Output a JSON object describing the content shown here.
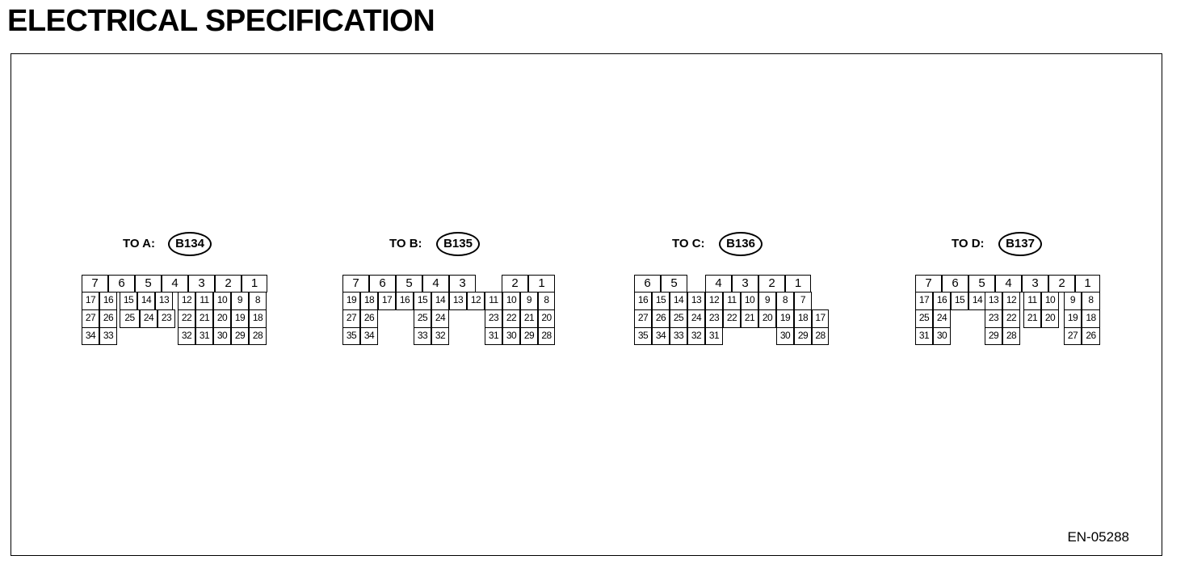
{
  "title": "ELECTRICAL SPECIFICATION",
  "figure_code": "EN-05288",
  "connectors": [
    {
      "label": "TO A:",
      "id": "B134",
      "rows": [
        [
          "7",
          "6",
          "5",
          "4",
          "3",
          "2",
          "1"
        ],
        [
          "17",
          "16",
          "15",
          "14",
          "13",
          "12",
          "11",
          "10",
          "9",
          "8"
        ],
        [
          "27",
          "26",
          "25",
          "24",
          "23",
          "22",
          "21",
          "20",
          "19",
          "18"
        ],
        [
          "34",
          "33",
          "32",
          "31",
          "30",
          "29",
          "28"
        ]
      ]
    },
    {
      "label": "TO B:",
      "id": "B135",
      "rows": [
        [
          "7",
          "6",
          "5",
          "4",
          "3",
          "2",
          "1"
        ],
        [
          "19",
          "18",
          "17",
          "16",
          "15",
          "14",
          "13",
          "12",
          "11",
          "10",
          "9",
          "8"
        ],
        [
          "27",
          "26",
          "25",
          "24",
          "23",
          "22",
          "21",
          "20"
        ],
        [
          "35",
          "34",
          "33",
          "32",
          "31",
          "30",
          "29",
          "28"
        ]
      ]
    },
    {
      "label": "TO C:",
      "id": "B136",
      "rows": [
        [
          "6",
          "5",
          "4",
          "3",
          "2",
          "1"
        ],
        [
          "16",
          "15",
          "14",
          "13",
          "12",
          "11",
          "10",
          "9",
          "8",
          "7"
        ],
        [
          "27",
          "26",
          "25",
          "24",
          "23",
          "22",
          "21",
          "20",
          "19",
          "18",
          "17"
        ],
        [
          "35",
          "34",
          "33",
          "32",
          "31",
          "30",
          "29",
          "28"
        ]
      ]
    },
    {
      "label": "TO D:",
      "id": "B137",
      "rows": [
        [
          "7",
          "6",
          "5",
          "4",
          "3",
          "2",
          "1"
        ],
        [
          "17",
          "16",
          "15",
          "14",
          "13",
          "12",
          "11",
          "10",
          "9",
          "8"
        ],
        [
          "25",
          "24",
          "23",
          "22",
          "21",
          "20",
          "19",
          "18"
        ],
        [
          "31",
          "30",
          "29",
          "28",
          "27",
          "26"
        ]
      ]
    }
  ]
}
